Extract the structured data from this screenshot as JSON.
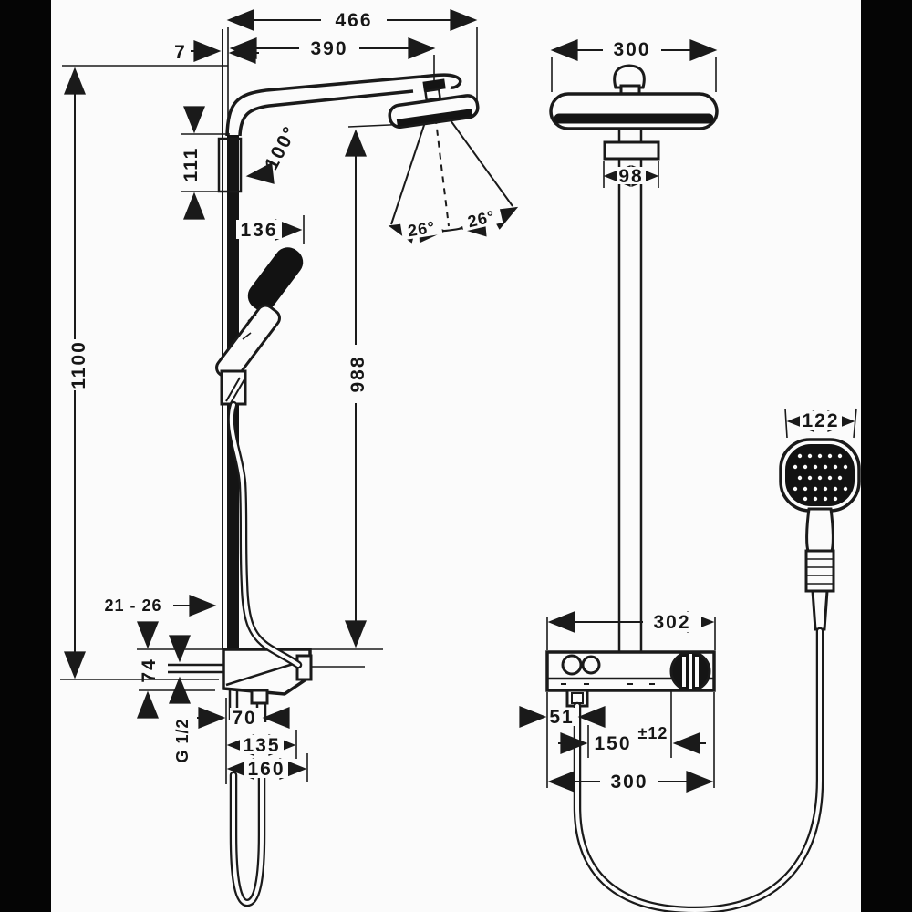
{
  "title": "Shower system technical drawing",
  "side_view": {
    "total_width": "466",
    "arm_width": "390",
    "wall_gap": "7",
    "head_drop": "111",
    "arm_angle": "100°",
    "holder_offset": "136",
    "bar_height": "1100",
    "head_height": "988",
    "spray_angle_left": "26°",
    "spray_angle_right": "26°",
    "wall_distance": "21 - 26",
    "valve_body_height": "74",
    "connection_thread": "G 1/2",
    "outlet_offset": "70",
    "valve_depth": "135",
    "total_depth": "160"
  },
  "front_view": {
    "head_width": "300",
    "bracket_width": "98",
    "handshower_width": "122",
    "valve_top_width": "302",
    "hose_offset": "51",
    "selector_offset": "150",
    "selector_tolerance": "±12",
    "valve_width": "300"
  },
  "colors": {
    "paper": "#fbfbfb",
    "ink": "#1a1a1a",
    "bar": "#050505"
  }
}
